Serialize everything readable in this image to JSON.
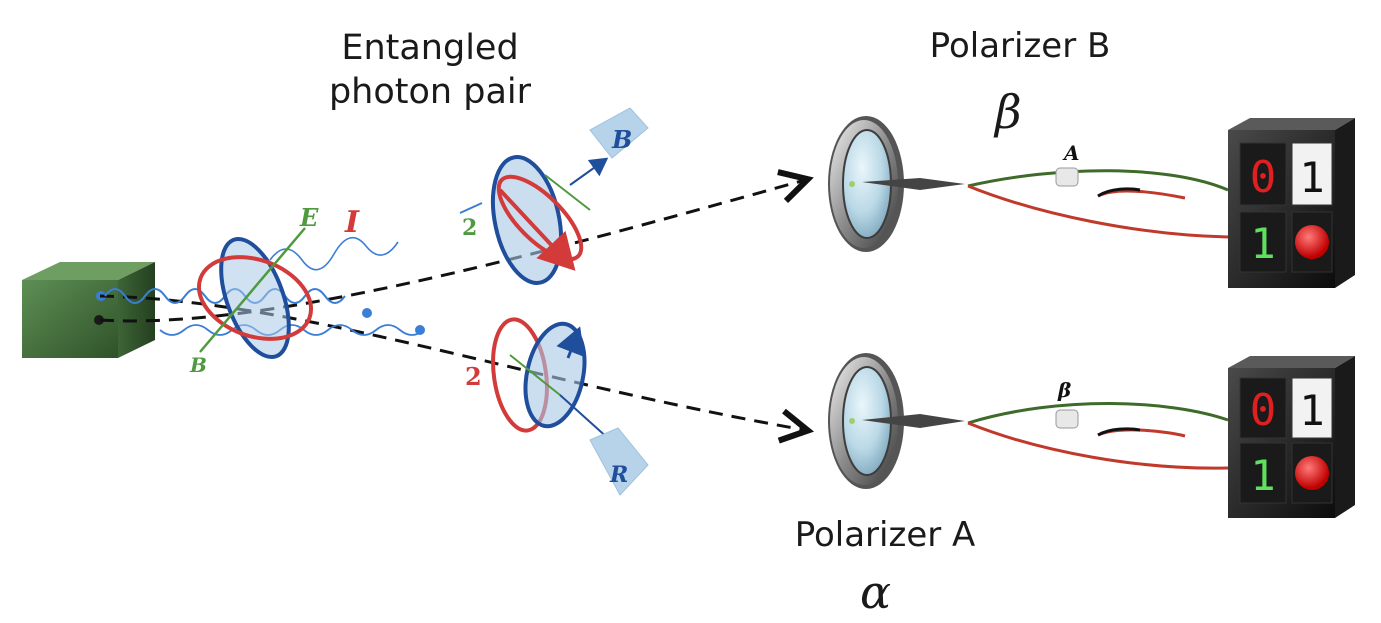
{
  "labels": {
    "title_line1": "Entangled",
    "title_line2": "photon pair",
    "polarizer_b": "Polarizer B",
    "polarizer_b_angle": "β",
    "polarizer_a": "Polarizer A",
    "polarizer_a_angle": "α"
  },
  "wave_marks": {
    "source_e": "E",
    "source_b": "B",
    "source_i": "I",
    "upper_num": "2",
    "upper_box": "B",
    "lower_num": "2",
    "lower_box": "R",
    "upper_knob": "A",
    "lower_knob": "β"
  },
  "detectors": {
    "top": {
      "d1": "0",
      "d2": "1",
      "d3": "1"
    },
    "bottom": {
      "d1": "0",
      "d2": "1",
      "d3": "1"
    }
  },
  "colors": {
    "source_box": "#3f6b3a",
    "wave_blue": "#1f4e9c",
    "wave_red": "#d33a3a",
    "wave_green": "#4f9a3f",
    "wire_green": "#3f6b2a",
    "wire_red": "#c0392b",
    "digit_red": "#e02020",
    "digit_green": "#5fe05f",
    "lamp_red": "#e01a1a"
  }
}
